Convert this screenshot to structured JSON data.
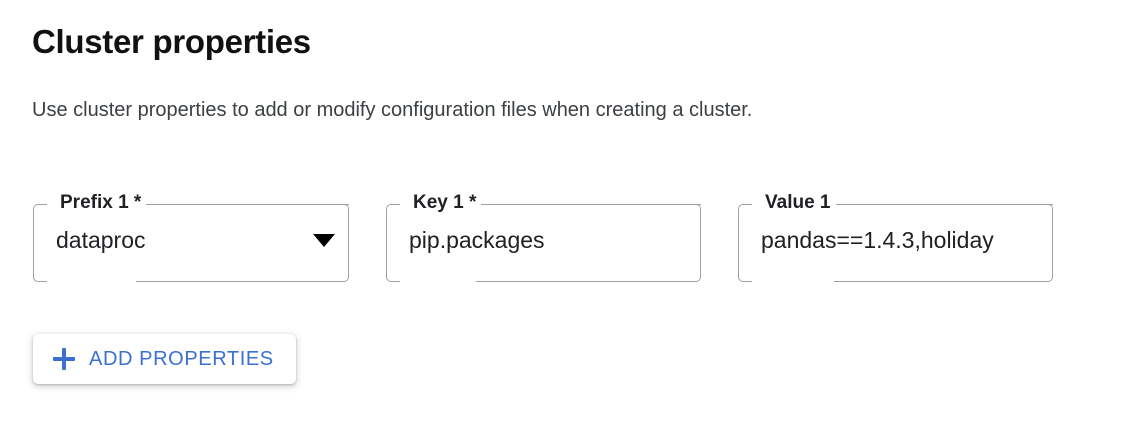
{
  "section": {
    "title": "Cluster properties",
    "description": "Use cluster properties to add or modify configuration files when creating a cluster."
  },
  "fields": [
    {
      "label": "Prefix 1 *",
      "value": "dataproc",
      "type": "select",
      "icon": "chevron-down-icon",
      "required": true
    },
    {
      "label": "Key 1 *",
      "value": "pip.packages",
      "type": "text",
      "required": true
    },
    {
      "label": "Value 1",
      "value": "pandas==1.4.3,holiday",
      "type": "text",
      "required": false
    }
  ],
  "add_button": {
    "label": "ADD PROPERTIES",
    "icon": "plus-icon",
    "color": "#3b6fd4"
  },
  "colors": {
    "accent": "#3b6fd4",
    "border": "#9aa0a6",
    "text": "#202124",
    "text_secondary": "#3c4043",
    "background": "#ffffff"
  }
}
